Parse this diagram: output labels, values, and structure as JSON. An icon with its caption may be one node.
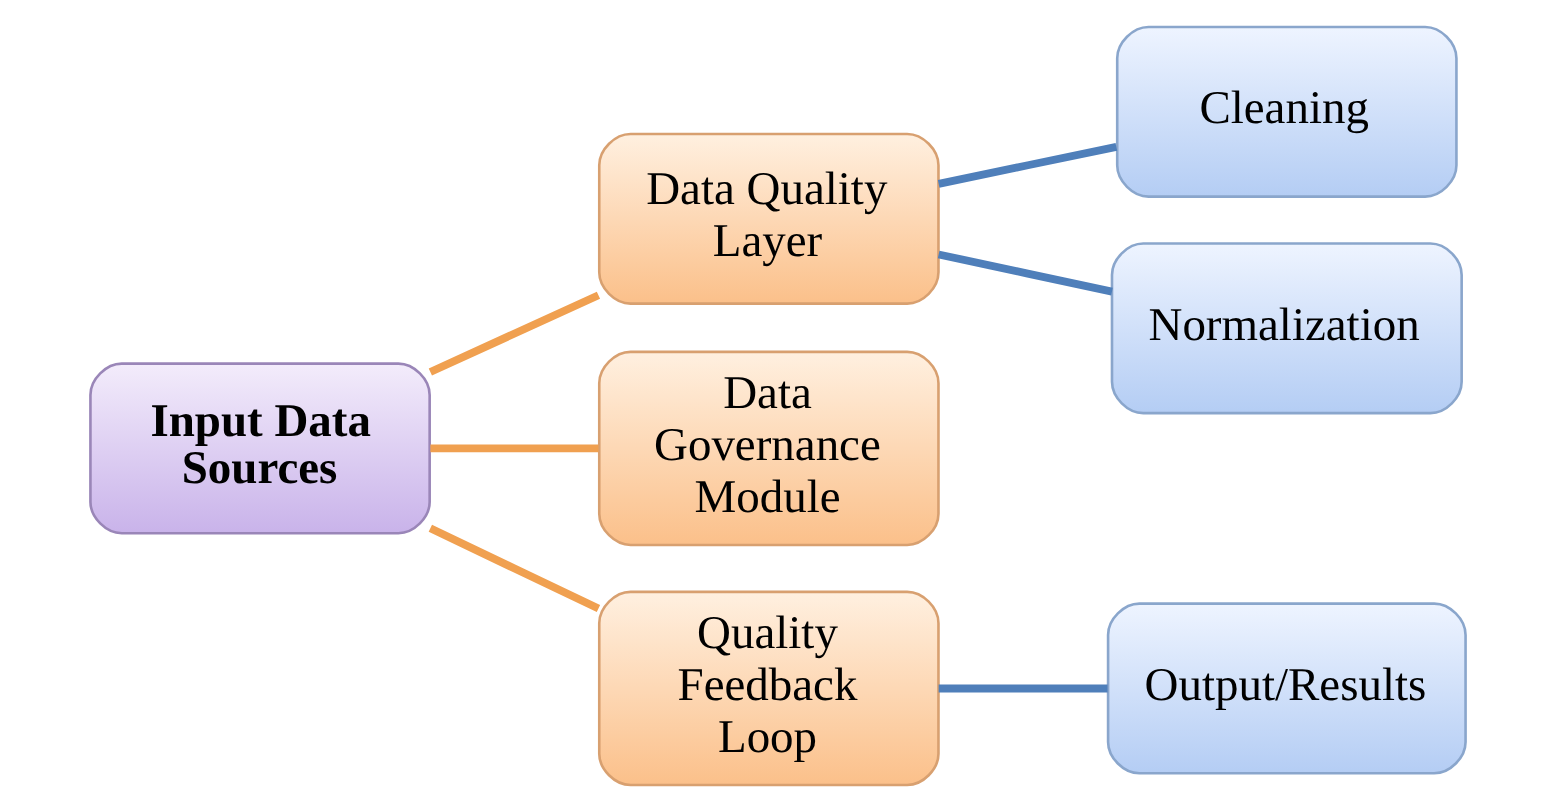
{
  "diagram": {
    "nodes": [
      {
        "text": [
          "Input Data Sources"
        ]
      },
      {
        "text": [
          "Data Quality Layer"
        ]
      },
      {
        "text": [
          "Data Governance Module"
        ]
      },
      {
        "text": [
          "Quality Feedback Loop"
        ]
      },
      {
        "text": [
          "Cleaning"
        ]
      },
      {
        "text": [
          "Normalization"
        ]
      },
      {
        "text": [
          "Output/Results"
        ]
      }
    ],
    "edges": [
      {
        "from": 0,
        "to": 1,
        "arrow": "none",
        "color": "#f0a050"
      },
      {
        "from": 0,
        "to": 2,
        "arrow": "none",
        "color": "#f0a050"
      },
      {
        "from": 0,
        "to": 3,
        "arrow": "none",
        "color": "#f0a050"
      },
      {
        "from": 1,
        "to": 4,
        "arrow": "none",
        "color": "#4f7fba"
      },
      {
        "from": 1,
        "to": 5,
        "arrow": "none",
        "color": "#4f7fba"
      },
      {
        "from": 3,
        "to": 6,
        "arrow": "none",
        "color": "#4f7fba"
      }
    ]
  }
}
